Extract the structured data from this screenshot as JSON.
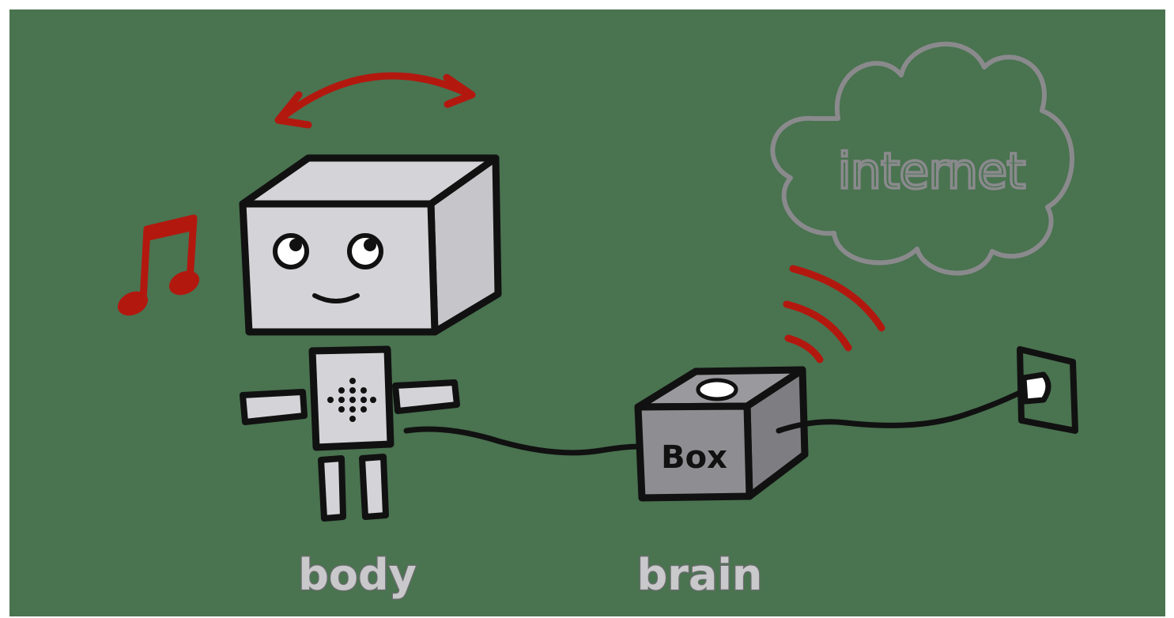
{
  "labels": {
    "body": "body",
    "brain": "brain",
    "box": "Box",
    "cloud": "internet"
  },
  "colors": {
    "background": "#4a7350",
    "accent_red": "#b3180f",
    "robot_gray": "#d4d4d8",
    "box_gray": "#8e8e92",
    "cloud_outline": "#8a8a8d",
    "caption_gray": "#c9c9cc",
    "outline": "#111111"
  },
  "icons": [
    "music-note-icon",
    "rotation-arrow-icon",
    "wifi-signal-icon",
    "power-outlet-icon",
    "power-plug-icon",
    "cloud-icon"
  ]
}
